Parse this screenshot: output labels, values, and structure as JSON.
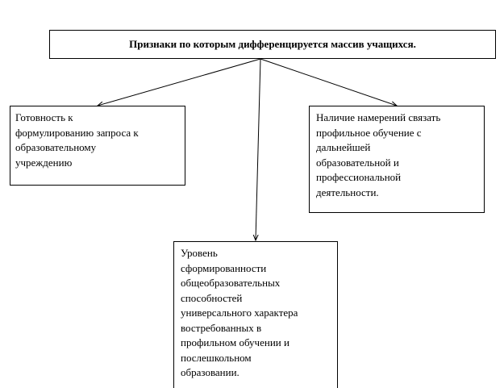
{
  "diagram": {
    "title": "Признаки по которым дифференцируется  массив учащихся.",
    "nodes": {
      "left": {
        "lines": [
          "Готовность к",
          "формулированию запроса к",
          "образовательному",
          "учреждению"
        ]
      },
      "right": {
        "lines": [
          "Наличие намерений связать",
          "профильное обучение с",
          "дальнейшей",
          "образовательной и",
          "профессиональной",
          "деятельности."
        ]
      },
      "bottom": {
        "lines": [
          "Уровень",
          "сформированности",
          "общеобразовательных",
          "способностей",
          "универсального характера",
          "востребованных в",
          "профильном обучении и",
          "послешкольном",
          "образовании."
        ]
      }
    },
    "edges": [
      {
        "from": "title",
        "to": "left"
      },
      {
        "from": "title",
        "to": "bottom"
      },
      {
        "from": "title",
        "to": "right"
      }
    ],
    "colors": {
      "stroke": "#000000",
      "background": "#ffffff"
    }
  }
}
